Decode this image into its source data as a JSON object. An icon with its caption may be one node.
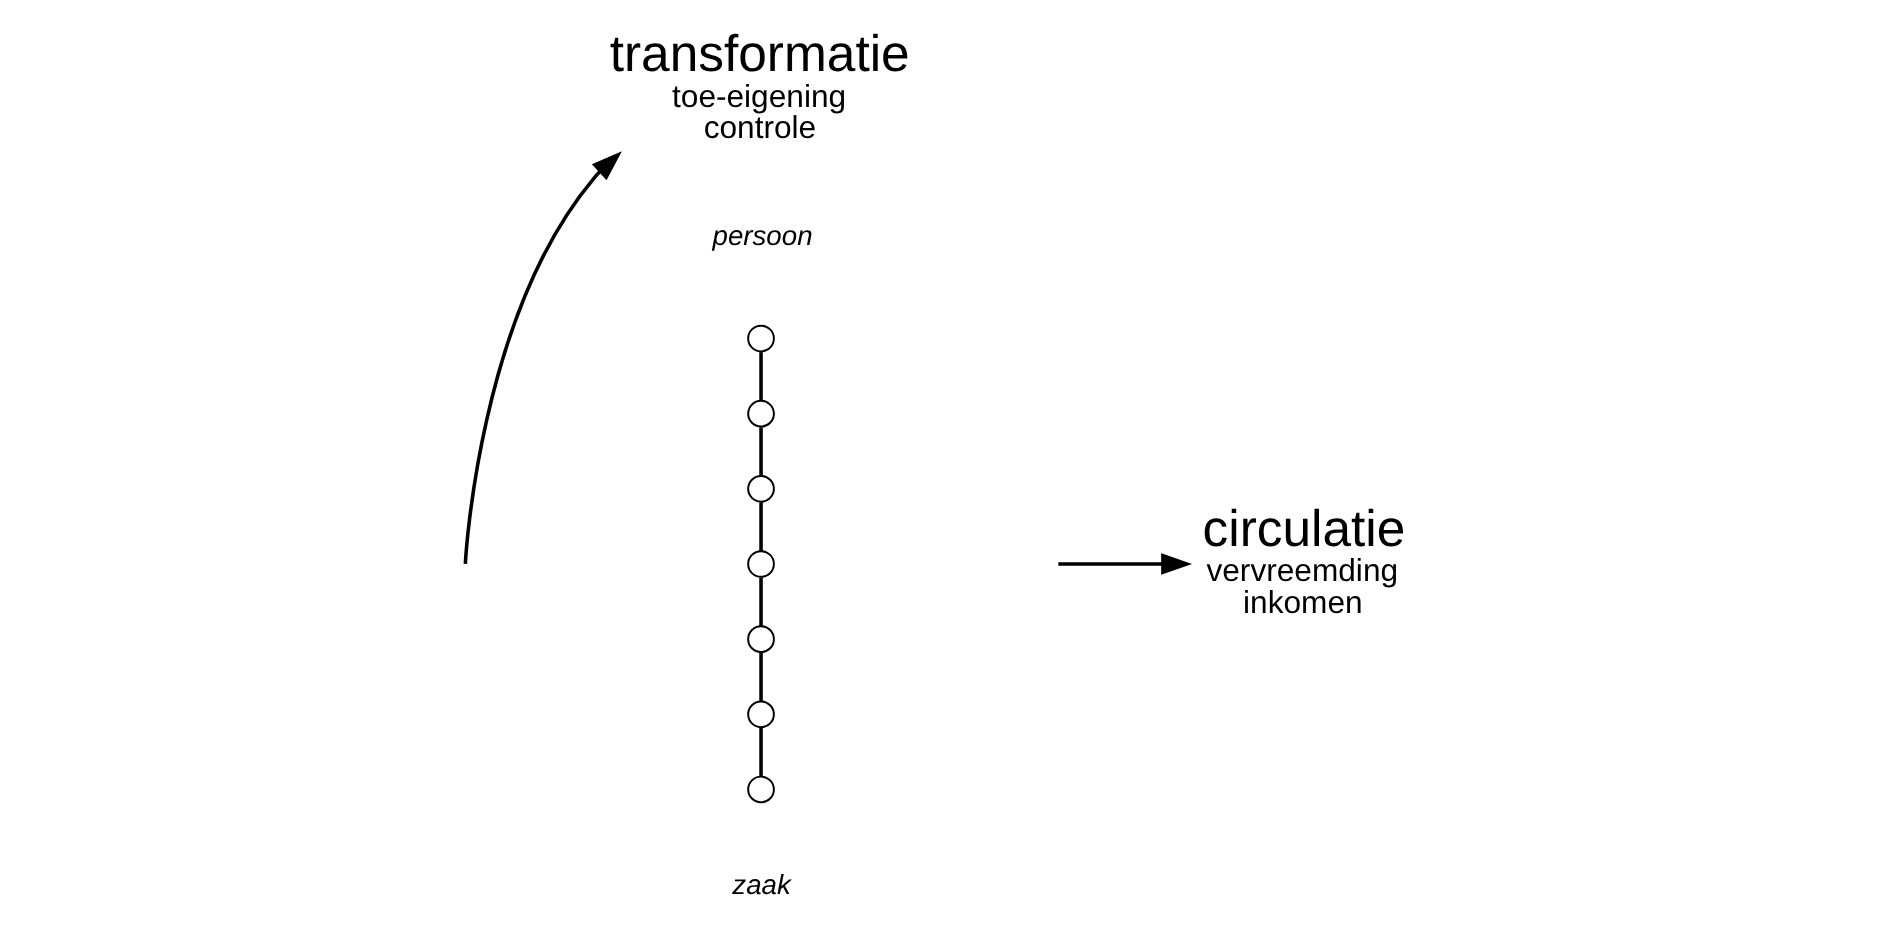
{
  "diagram": {
    "nodes": [
      {
        "text": [],
        "shape": "circle"
      },
      {
        "text": [],
        "shape": "circle"
      },
      {
        "text": [],
        "shape": "circle"
      },
      {
        "text": [],
        "shape": "circle"
      },
      {
        "text": [],
        "shape": "circle"
      },
      {
        "text": [],
        "shape": "circle"
      },
      {
        "text": [],
        "shape": "circle"
      },
      {
        "text": [
          "transformatie",
          "toe-eigening controle"
        ]
      },
      {
        "text": [
          "circulatie",
          "vervreemding inkomen"
        ]
      }
    ],
    "edges": [
      {
        "from": 0,
        "to": 1,
        "arrow": "none"
      },
      {
        "from": 1,
        "to": 2,
        "arrow": "none"
      },
      {
        "from": 2,
        "to": 3,
        "arrow": "none"
      },
      {
        "from": 3,
        "to": 4,
        "arrow": "none"
      },
      {
        "from": 4,
        "to": 5,
        "arrow": "none"
      },
      {
        "from": 5,
        "to": 6,
        "arrow": "none"
      },
      {
        "from": null,
        "to": 7,
        "arrow": "to"
      },
      {
        "from": null,
        "to": 8,
        "arrow": "to"
      }
    ],
    "labels": [
      "persoon",
      "zaak"
    ]
  }
}
